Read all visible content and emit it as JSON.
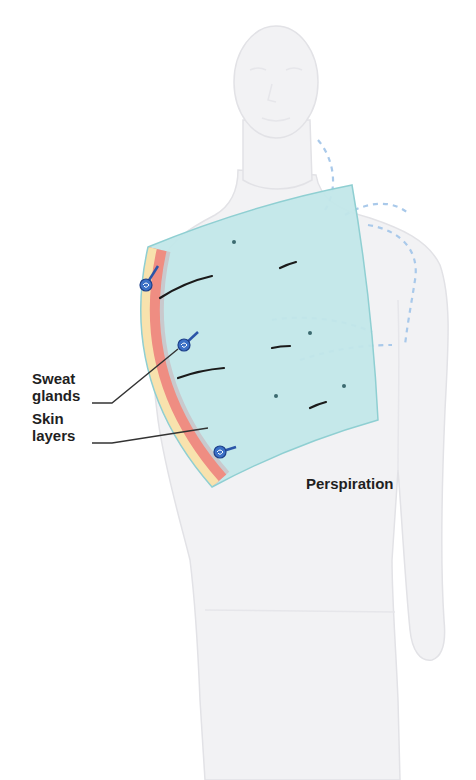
{
  "diagram": {
    "labels": [
      "Sweat glands",
      "Skin layers",
      "Perspiration"
    ]
  }
}
